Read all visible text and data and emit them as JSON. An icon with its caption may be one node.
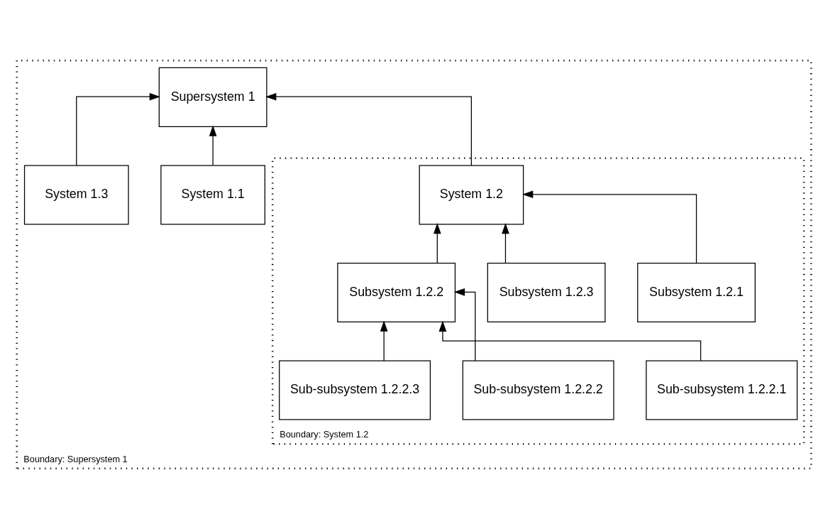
{
  "diagram": {
    "nodes": [
      {
        "text": [
          "Boundary: Supersystem 1"
        ]
      },
      {
        "text": [
          "Supersystem 1"
        ],
        "in": 0
      },
      {
        "text": [
          "System 1.1"
        ],
        "in": 0
      },
      {
        "text": [
          "Boundary: System 1.2"
        ],
        "in": 0
      },
      {
        "text": [
          "System 1.2"
        ],
        "in": 3
      },
      {
        "text": [
          "System 1.3"
        ],
        "in": 0
      },
      {
        "text": [
          "Subsystem 1.2.1"
        ],
        "in": 3
      },
      {
        "text": [
          "Subsystem 1.2.2"
        ],
        "in": 3
      },
      {
        "text": [
          "Subsystem 1.2.3"
        ],
        "in": 3
      },
      {
        "text": [
          "Sub-subsystem 1.2.2.1"
        ],
        "in": 3
      },
      {
        "text": [
          "Sub-subsystem 1.2.2.2"
        ],
        "in": 3
      },
      {
        "text": [
          "Sub-subsystem 1.2.2.3"
        ],
        "in": 3
      }
    ],
    "edges": [
      {
        "from": 2,
        "to": 1,
        "arrow": "to"
      },
      {
        "from": 4,
        "to": 1,
        "arrow": "to"
      },
      {
        "from": 5,
        "to": 1,
        "arrow": "to"
      },
      {
        "from": 6,
        "to": 4,
        "arrow": "to"
      },
      {
        "from": 7,
        "to": 4,
        "arrow": "to"
      },
      {
        "from": 8,
        "to": 4,
        "arrow": "to"
      },
      {
        "from": 9,
        "to": 7,
        "arrow": "to"
      },
      {
        "from": 10,
        "to": 7,
        "arrow": "to"
      },
      {
        "from": 11,
        "to": 7,
        "arrow": "to"
      }
    ]
  }
}
